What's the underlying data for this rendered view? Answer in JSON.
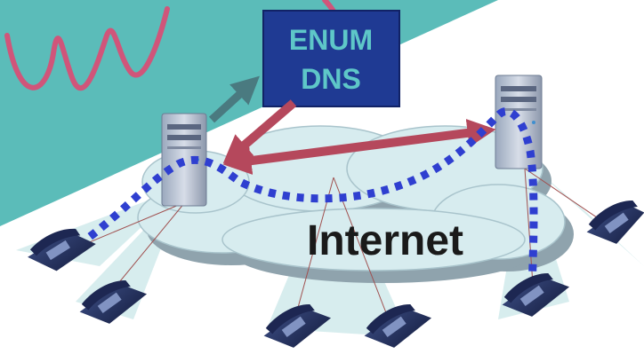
{
  "enum_box": {
    "line1": "ENUM",
    "line2": "DNS"
  },
  "cloud": {
    "label": "Internet"
  },
  "icons": {
    "server": "server-icon",
    "phone": "telephone-icon"
  },
  "colors": {
    "background_triangle": "#5bbcb9",
    "enum_box_fill": "#1f3a93",
    "enum_text": "#5ec7c8",
    "signal_arrow": "#b5485c",
    "query_arrow": "#4a7a80",
    "call_path": "#2f3fd0",
    "cloud_shadow": "#8fa3ad",
    "cloud_fill": "#d7ecef",
    "decoration_curve": "#d0557a"
  }
}
